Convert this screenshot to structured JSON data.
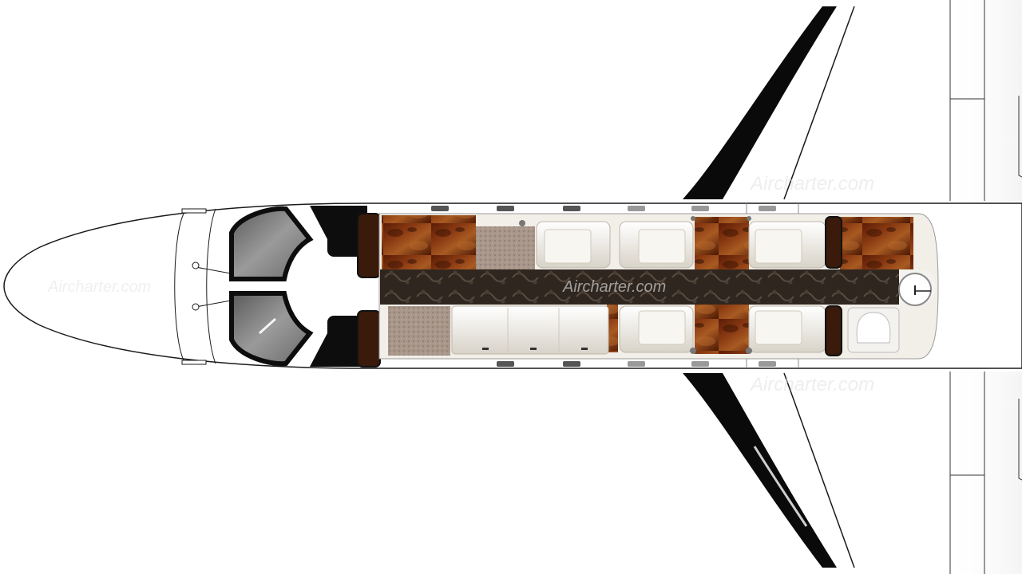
{
  "watermarks": {
    "center": "Aircharter.com",
    "nose": "Aircharter.com",
    "upper_wing": "Aircharter.com",
    "lower_wing": "Aircharter.com"
  },
  "colors": {
    "background": "#ffffff",
    "fuselage_fill": "#ffffff",
    "outline": "#1a1a1a",
    "wood_veneer": "#7a2e0c",
    "wood_veneer_highlight": "#a8501c",
    "aisle_carpet": "#2f261f",
    "side_carpet": "#a8968a",
    "seat_leather": "#f1eee6",
    "seat_shadow": "#cfcac0",
    "cockpit_glass": "#7d7d7d",
    "cockpit_frame": "#0d0d0d",
    "wing_stripe": "#0a0a0a",
    "lavatory": "#f4f2ee",
    "watermark_main": "#ffffff",
    "watermark_faint": "#eeeeee"
  },
  "icons": {
    "lavatory_toilet": "circle-icon",
    "club_seats": "armchair-icon",
    "divan": "sofa-icon"
  }
}
